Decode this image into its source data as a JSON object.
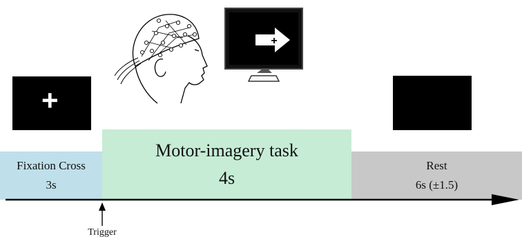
{
  "phases": [
    {
      "label": "Fixation Cross",
      "duration": "3s",
      "color": "#bfe0ea"
    },
    {
      "label": "Motor-imagery task",
      "duration": "4s",
      "color": "#c6ecd5"
    },
    {
      "label": "Rest",
      "duration": "6s (±1.5)",
      "color": "#c8c8c8"
    }
  ],
  "stimuli": {
    "fixation_symbol": "+",
    "task_symbol": "+",
    "arrow_direction": "right"
  },
  "trigger_label": "Trigger",
  "colors": {
    "screen": "#000000",
    "axis": "#000000"
  }
}
